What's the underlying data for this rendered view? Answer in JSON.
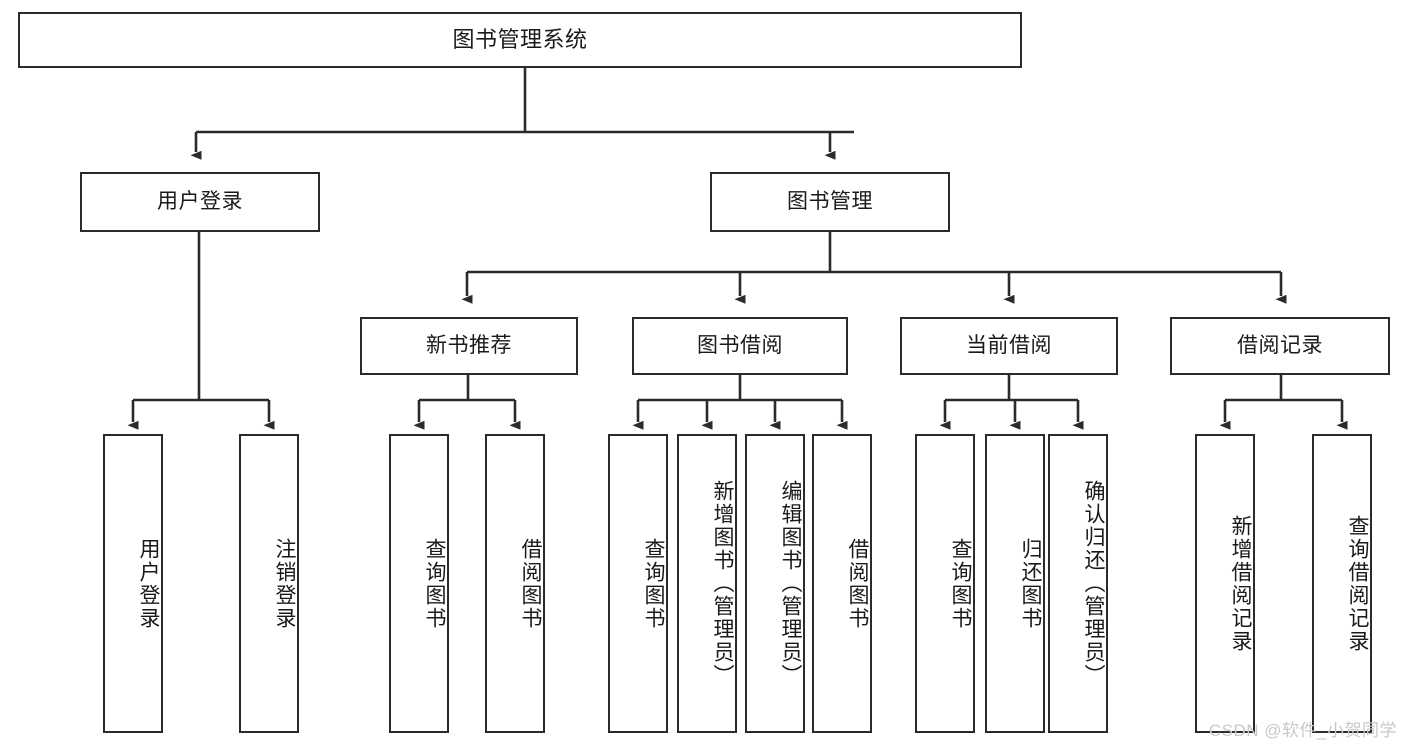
{
  "diagram": {
    "title": "图书管理系统",
    "type": "hierarchy-tree",
    "orientation": "top-down",
    "colors": {
      "box_border": "#2b2b2b",
      "box_fill": "#ffffff",
      "edge": "#2b2b2b",
      "text": "#1a1a1a",
      "watermark": "#c9c9c9",
      "background": "#ffffff"
    },
    "root": {
      "label": "图书管理系统",
      "orientation": "horizontal"
    },
    "level2": [
      {
        "label": "用户登录",
        "orientation": "horizontal"
      },
      {
        "label": "图书管理",
        "orientation": "horizontal"
      }
    ],
    "level3": [
      {
        "label": "新书推荐",
        "orientation": "horizontal"
      },
      {
        "label": "图书借阅",
        "orientation": "horizontal"
      },
      {
        "label": "当前借阅",
        "orientation": "horizontal"
      },
      {
        "label": "借阅记录",
        "orientation": "horizontal"
      }
    ],
    "leaves": {
      "user_login": [
        {
          "label": "用户登录",
          "orientation": "vertical"
        },
        {
          "label": "注销登录",
          "orientation": "vertical"
        }
      ],
      "new_book_recommend": [
        {
          "label": "查询图书",
          "orientation": "vertical"
        },
        {
          "label": "借阅图书",
          "orientation": "vertical"
        }
      ],
      "book_borrow": [
        {
          "label": "查询图书",
          "orientation": "vertical"
        },
        {
          "label": "新增图书（管理员）",
          "orientation": "vertical"
        },
        {
          "label": "编辑图书（管理员）",
          "orientation": "vertical"
        },
        {
          "label": "借阅图书",
          "orientation": "vertical"
        }
      ],
      "current_borrow": [
        {
          "label": "查询图书",
          "orientation": "vertical"
        },
        {
          "label": "归还图书",
          "orientation": "vertical"
        },
        {
          "label": "确认归还（管理员）",
          "orientation": "vertical"
        }
      ],
      "borrow_record": [
        {
          "label": "新增借阅记录",
          "orientation": "vertical"
        },
        {
          "label": "查询借阅记录",
          "orientation": "vertical"
        }
      ]
    }
  },
  "watermark": {
    "text": "CSDN @软件_小贺同学"
  }
}
